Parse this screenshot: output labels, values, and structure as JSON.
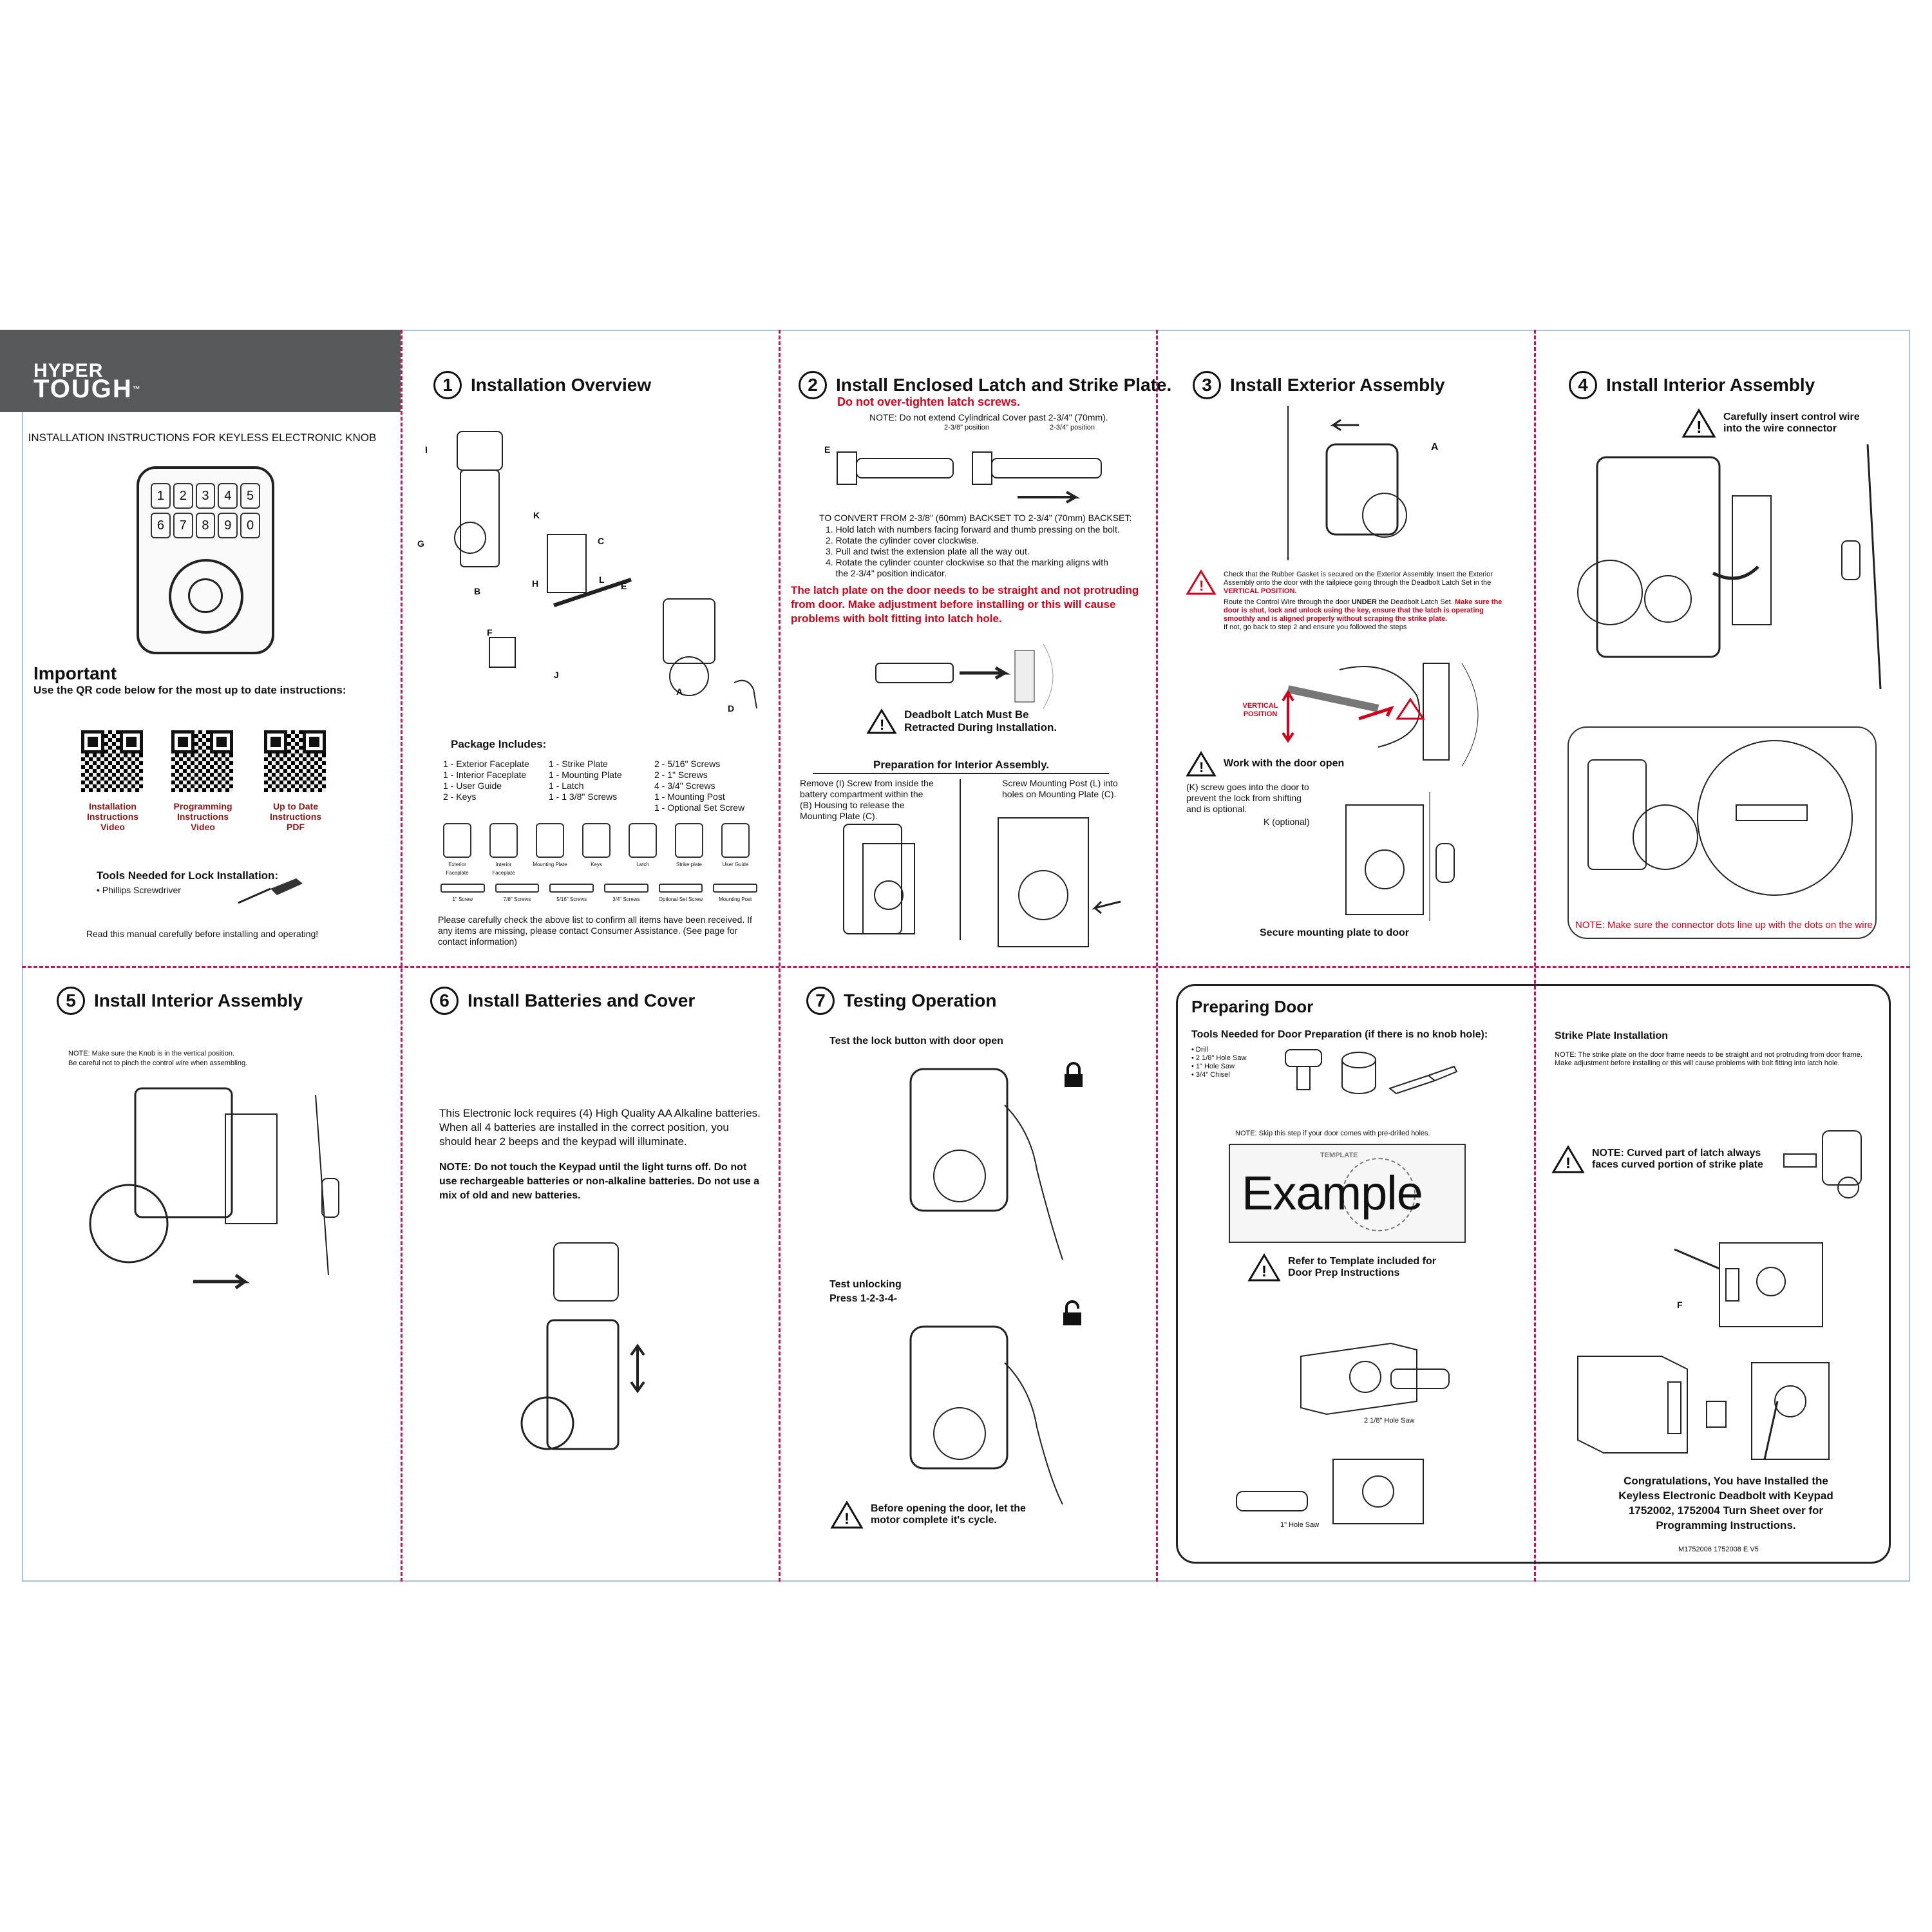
{
  "brand": {
    "line1": "HYPER",
    "line2": "TOUGH",
    "tm": "™"
  },
  "doc_title": "INSTALLATION INSTRUCTIONS FOR KEYLESS ELECTRONIC KNOB",
  "keypad": {
    "rows": [
      [
        "1",
        "2",
        "3",
        "4",
        "5"
      ],
      [
        "6",
        "7",
        "8",
        "9",
        "0"
      ]
    ]
  },
  "important": {
    "heading": "Important",
    "sub": "Use the QR code below for the most up to date instructions:",
    "qrs": [
      {
        "label": "Installation\nInstructions\nVideo"
      },
      {
        "label": "Programming\nInstructions\nVideo"
      },
      {
        "label": "Up to Date\nInstructions\nPDF"
      }
    ],
    "tools_title": "Tools Needed for Lock Installation:",
    "tools": "• Phillips Screwdriver",
    "read": "Read this manual carefully before installing and operating!"
  },
  "s1": {
    "num": "1",
    "title": "Installation Overview",
    "package_title": "Package Includes:",
    "col1": [
      "1 - Exterior Faceplate",
      "1 - Interior Faceplate",
      "1 - User Guide",
      "2 - Keys"
    ],
    "col2": [
      "1 - Strike Plate",
      "1 - Mounting Plate",
      "1 - Latch",
      "1 - 1 3/8\" Screws"
    ],
    "col3": [
      "2 - 5/16\" Screws",
      "2 - 1\" Screws",
      "4 - 3/4\" Screws",
      "1 - Mounting Post",
      "1 - Optional Set Screw"
    ],
    "parts": [
      "Exterior Faceplate",
      "Interior Faceplate",
      "Mounting Plate",
      "Keys",
      "Latch",
      "Strike plate",
      "User Guide"
    ],
    "screws": [
      "1\" Screw",
      "7/8\" Screws",
      "5/16\" Screws",
      "3/4\" Screws",
      "Optional Set Screw",
      "Mounting Post"
    ],
    "note": "Please carefully check the above list to confirm all items have been received. If any items are missing, please contact Consumer Assistance. (See page for contact information)",
    "letters": [
      "I",
      "K",
      "C",
      "G",
      "B",
      "H",
      "L",
      "E",
      "F",
      "J",
      "A",
      "D"
    ]
  },
  "s2": {
    "num": "2",
    "title": "Install Enclosed Latch and Strike Plate.",
    "warn": "Do not over-tighten latch screws.",
    "note": "NOTE: Do not extend Cylindrical Cover past 2-3/4\" (70mm).",
    "pos1": "2-3/8\" position",
    "pos2": "2-3/4\" position",
    "convert_title": "TO CONVERT FROM 2-3/8\" (60mm) BACKSET TO 2-3/4\" (70mm) BACKSET:",
    "convert_steps": [
      "1. Hold latch with numbers facing forward and thumb pressing on the bolt.",
      "2. Rotate the cylinder cover clockwise.",
      "3. Pull and twist the extension plate all the way out.",
      "4. Rotate the cylinder counter clockwise so that the marking aligns with",
      "    the 2-3/4\" position indicator."
    ],
    "red_para": "The latch plate on the door needs to be straight and not protruding from door. Make adjustment before installing or this will cause problems with bolt fitting into latch hole.",
    "deadbolt_warn": "Deadbolt Latch Must Be Retracted During Installation.",
    "prep_title": "Preparation for Interior Assembly.",
    "prep_left": "Remove (I) Screw from inside the battery compartment within the (B) Housing to release the Mounting Plate (C).",
    "prep_right": "Screw Mounting Post (L) into holes on Mounting Plate (C)."
  },
  "s3": {
    "num": "3",
    "title": "Install Exterior Assembly",
    "p1": "Check that the Rubber Gasket is secured on the Exterior Assembly. Insert the Exterior Assembly onto the door with the tailpiece going through the Deadbolt Latch Set in the",
    "p1_red": "VERTICAL POSITION.",
    "p2": "Route the Control Wire through the door",
    "p2_b": "UNDER",
    "p2_c": "the Deadbolt Latch Set.",
    "p2_red": "Make sure the door is shut, lock and unlock using the key, ensure that the latch is operating smoothly and is aligned properly without scraping the strike plate.",
    "p3": "If not, go back to step 2 and ensure you followed the steps",
    "vertical": "VERTICAL POSITION",
    "work": "Work with the door open",
    "k_note": "(K) screw goes into the door to prevent the lock from shifting and is optional.",
    "k_opt": "K (optional)",
    "secure": "Secure mounting plate to door"
  },
  "s4": {
    "num": "4",
    "title": "Install Interior Assembly",
    "warn": "Carefully insert control wire into the wire connector",
    "note": "NOTE: Make sure the connector dots line up with the dots on the wire"
  },
  "s5": {
    "num": "5",
    "title": "Install Interior Assembly",
    "note1": "NOTE: Make sure the Knob is in the vertical position.",
    "note2": "Be careful not to pinch the control wire when assembling."
  },
  "s6": {
    "num": "6",
    "title": "Install Batteries and Cover",
    "p1": "This Electronic lock requires (4) High Quality AA Alkaline batteries. When all 4 batteries are installed in the correct position, you should hear 2 beeps and the keypad will illuminate.",
    "p2": "NOTE: Do not touch the Keypad until the light turns off. Do not use rechargeable batteries or non-alkaline batteries. Do not use a mix of old and new batteries."
  },
  "s7": {
    "num": "7",
    "title": "Testing Operation",
    "t1": "Test the lock button with door open",
    "t2": "Test unlocking",
    "t3": "Press 1-2-3-4-",
    "warn": "Before opening the door, let the motor complete it's cycle."
  },
  "prep": {
    "title": "Preparing Door",
    "tools_title": "Tools Needed for Door Preparation (if there is no knob hole):",
    "tools": [
      "• Drill",
      "• 2 1/8\" Hole Saw",
      "• 1\" Hole Saw",
      "• 3/4\" Chisel"
    ],
    "skip": "NOTE: Skip this step if your door comes with pre-drilled holes.",
    "template": "TEMPLATE",
    "example": "Example",
    "refer": "Refer to Template included for Door Prep Instructions",
    "saw1": "2 1/8\" Hole Saw",
    "saw2": "1\" Hole Saw"
  },
  "strike": {
    "title": "Strike Plate Installation",
    "note": "NOTE: The strike plate on the door frame needs to be straight and not protruding from door frame. Make adjustment before installing or this will cause problems with bolt fitting into latch hole.",
    "warn": "NOTE: Curved part of latch always faces curved portion of strike plate",
    "congrats": "Congratulations, You have Installed the Keyless Electronic Deadbolt with Keypad 1752002, 1752004 Turn Sheet over for Programming Instructions.",
    "code": "M1752006 1752008 E V5"
  }
}
